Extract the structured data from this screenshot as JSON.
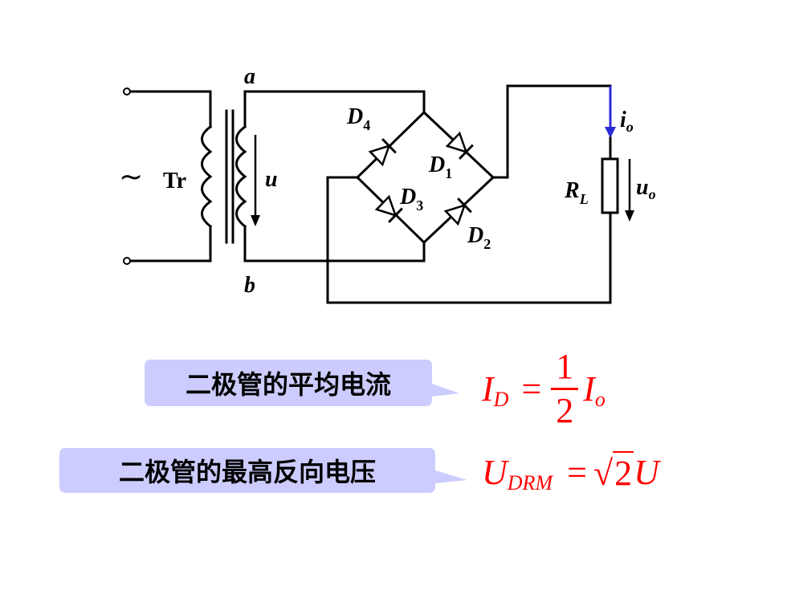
{
  "circuit": {
    "node_a": "a",
    "node_b": "b",
    "source_symbol": "~",
    "transformer_label": "Tr",
    "voltage_u": "u",
    "current_label_main": "i",
    "current_label_sub": "o",
    "output_voltage_main": "u",
    "output_voltage_sub": "o",
    "load_main": "R",
    "load_sub": "L",
    "diodes": [
      {
        "main": "D",
        "sub": "4"
      },
      {
        "main": "D",
        "sub": "1"
      },
      {
        "main": "D",
        "sub": "3"
      },
      {
        "main": "D",
        "sub": "2"
      }
    ]
  },
  "callouts": [
    {
      "text": "二极管的平均电流"
    },
    {
      "text": "二极管的最高反向电压"
    }
  ],
  "formula1": {
    "lhs_main": "I",
    "lhs_sub": "D",
    "equals": "=",
    "numerator": "1",
    "denominator": "2",
    "rhs_main": "I",
    "rhs_sub": "o"
  },
  "formula2": {
    "lhs_main": "U",
    "lhs_sub": "DRM",
    "equals": "=",
    "sqrt_symbol": "√",
    "radicand": "2",
    "rhs": "U"
  },
  "colors": {
    "formula": "#ff0000",
    "callout_fill": "#ccccff",
    "current_arrow": "#2b2bd6"
  }
}
